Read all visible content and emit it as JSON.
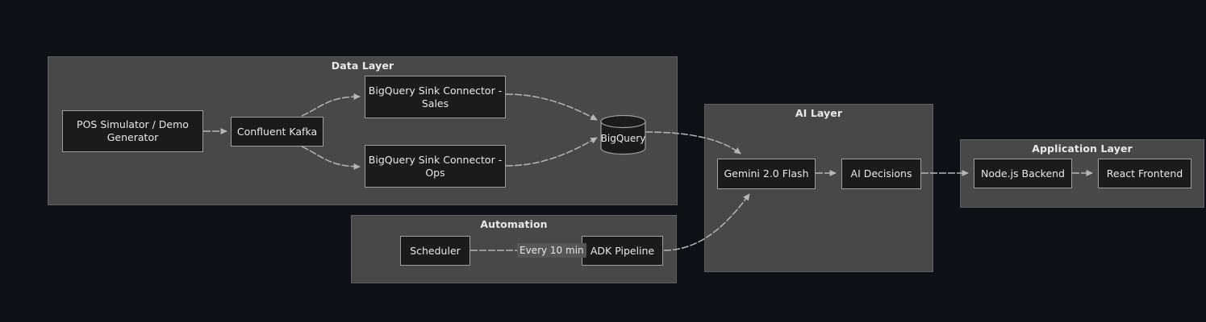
{
  "clusters": {
    "data_layer": {
      "label": "Data Layer"
    },
    "automation": {
      "label": "Automation"
    },
    "ai_layer": {
      "label": "AI Layer"
    },
    "application_layer": {
      "label": "Application Layer"
    }
  },
  "nodes": {
    "pos": {
      "label": "POS Simulator / Demo\nGenerator"
    },
    "kafka": {
      "label": "Confluent Kafka"
    },
    "sink_sales": {
      "label": "BigQuery Sink Connector -\nSales"
    },
    "sink_ops": {
      "label": "BigQuery Sink Connector -\nOps"
    },
    "bigquery": {
      "label": "BigQuery",
      "shape": "cylinder"
    },
    "scheduler": {
      "label": "Scheduler"
    },
    "adk": {
      "label": "ADK Pipeline"
    },
    "gemini": {
      "label": "Gemini 2.0 Flash"
    },
    "ai_decisions": {
      "label": "AI Decisions"
    },
    "nodejs": {
      "label": "Node.js Backend"
    },
    "react": {
      "label": "React Frontend"
    }
  },
  "edge_labels": {
    "scheduler_to_adk": {
      "label": "Every 10 min"
    }
  },
  "edges": [
    {
      "from": "pos",
      "to": "kafka"
    },
    {
      "from": "kafka",
      "to": "sink_sales"
    },
    {
      "from": "kafka",
      "to": "sink_ops"
    },
    {
      "from": "sink_sales",
      "to": "bigquery"
    },
    {
      "from": "sink_ops",
      "to": "bigquery"
    },
    {
      "from": "bigquery",
      "to": "gemini"
    },
    {
      "from": "scheduler",
      "to": "adk",
      "label": "Every 10 min"
    },
    {
      "from": "adk",
      "to": "gemini"
    },
    {
      "from": "gemini",
      "to": "ai_decisions"
    },
    {
      "from": "ai_decisions",
      "to": "nodejs"
    },
    {
      "from": "nodejs",
      "to": "react"
    }
  ],
  "colors": {
    "background": "#0d1117",
    "cluster_fill": "#484848",
    "cluster_border": "#606060",
    "node_fill": "#1b1b1b",
    "node_border": "#9e9e9e",
    "edge": "#b5b5b5",
    "text": "#e8e8e8",
    "edge_label_bg": "#565656"
  }
}
